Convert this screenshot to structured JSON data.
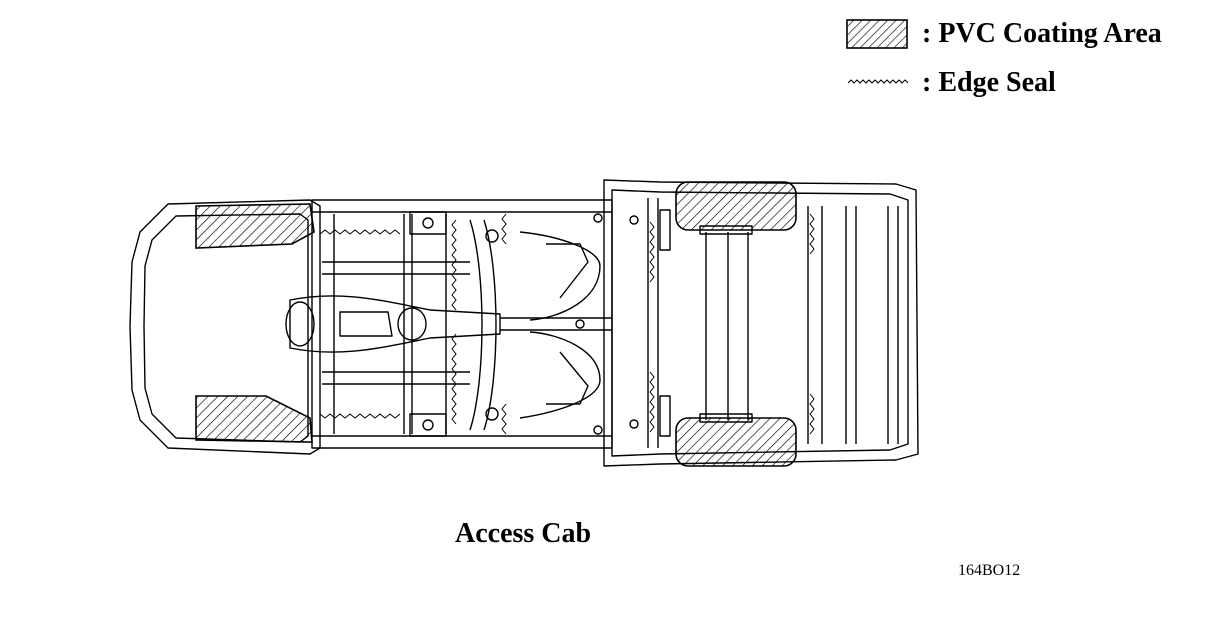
{
  "legend": {
    "items": [
      {
        "symbol": "hatched-box-icon",
        "label": ": PVC Coating Area"
      },
      {
        "symbol": "wavy-line-icon",
        "label": ": Edge Seal"
      }
    ]
  },
  "caption": "Access Cab",
  "figure_code": "164BO12",
  "colors": {
    "line": "#000000",
    "background": "#ffffff"
  }
}
